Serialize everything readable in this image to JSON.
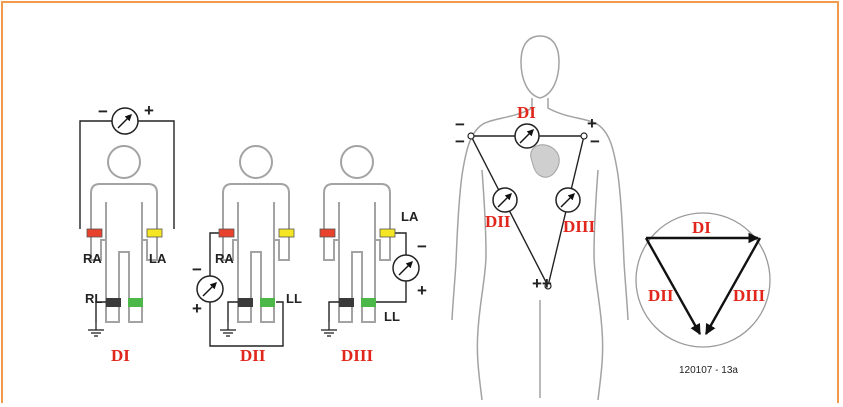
{
  "leads": {
    "d1": {
      "name": "DI",
      "minus": "−",
      "plus": "+",
      "ra": "RA",
      "la": "LA",
      "rl": "RL"
    },
    "d2": {
      "name": "DII",
      "minus": "−",
      "plus": "+",
      "ra": "RA",
      "ll": "LL"
    },
    "d3": {
      "name": "DIII",
      "minus": "−",
      "plus": "+",
      "la": "LA",
      "ll": "LL"
    }
  },
  "einthoven": {
    "d1": "DI",
    "d2": "DII",
    "d3": "DIII",
    "signs": {
      "left_top": "−",
      "left_bottom": "−",
      "right_top": "+",
      "right_bottom": "−",
      "foot": "++"
    }
  },
  "vector": {
    "d1": "DI",
    "d2": "DII",
    "d3": "DIII"
  },
  "figure_id": "120107 - 13a",
  "colors": {
    "frame": "#f39a4a",
    "label_red": "#e1261c",
    "electrode_ra": "#e8412c",
    "electrode_la": "#f5e623",
    "electrode_rl": "#3a3a3a",
    "electrode_ll": "#4cb84a",
    "heart": "#cfcfcf",
    "outline": "#a3a3a3"
  }
}
